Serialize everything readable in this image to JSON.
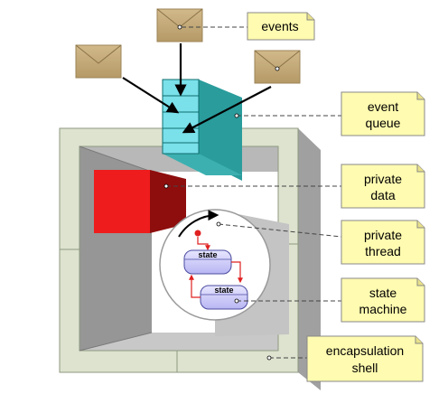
{
  "diagram": {
    "callouts": {
      "events": "events",
      "event_queue": [
        "event",
        "queue"
      ],
      "private_data": [
        "private",
        "data"
      ],
      "private_thread": [
        "private",
        "thread"
      ],
      "state_machine": [
        "state",
        "machine"
      ],
      "encapsulation_shell": [
        "encapsulation",
        "shell"
      ]
    },
    "states": {
      "upper": "state",
      "lower": "state"
    }
  }
}
